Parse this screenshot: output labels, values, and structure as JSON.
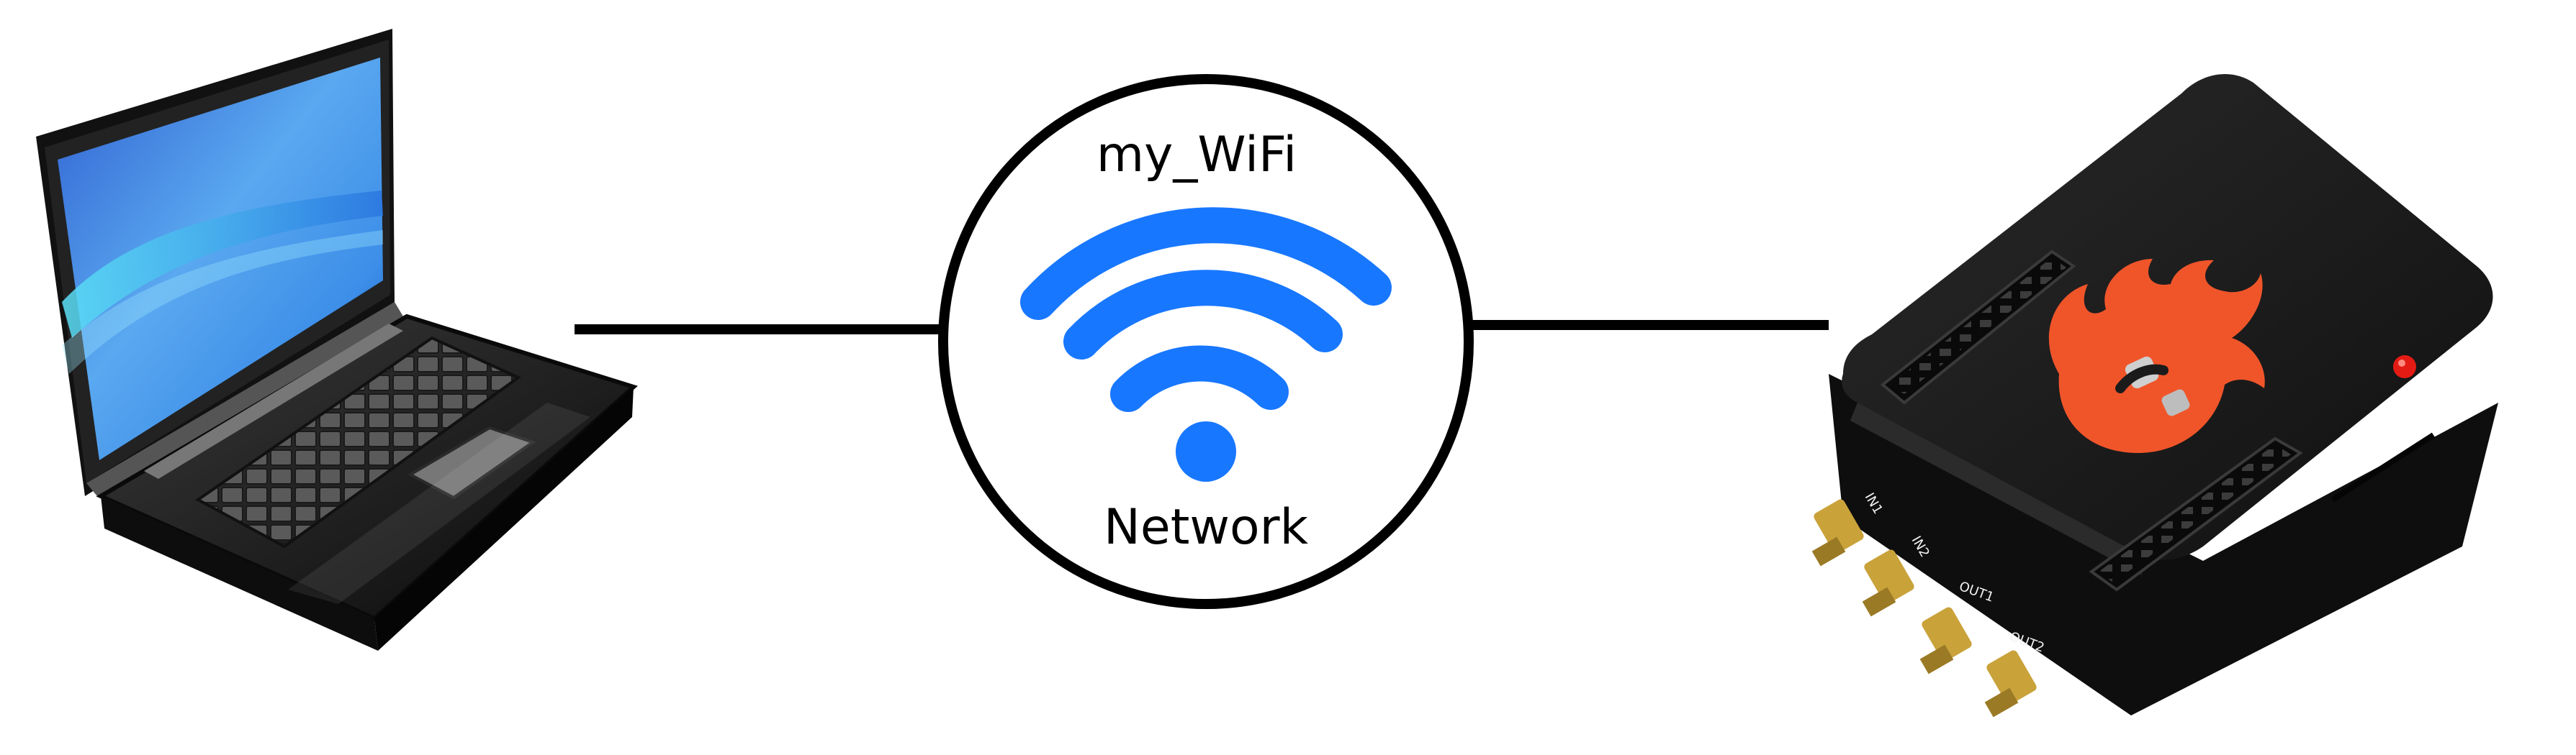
{
  "network": {
    "ssid": "my_WiFi",
    "caption": "Network"
  },
  "devices": {
    "laptop": {
      "icon": "laptop-icon"
    },
    "wifi": {
      "icon": "wifi-icon"
    },
    "hardware": {
      "icon": "redpitaya-board-icon",
      "ports": [
        "IN1",
        "IN2",
        "OUT1",
        "OUT2"
      ]
    }
  },
  "colors": {
    "wifi_blue": "#1877ff",
    "line": "#000000",
    "flame": "#f0552a",
    "case": "#1b1b1b"
  }
}
